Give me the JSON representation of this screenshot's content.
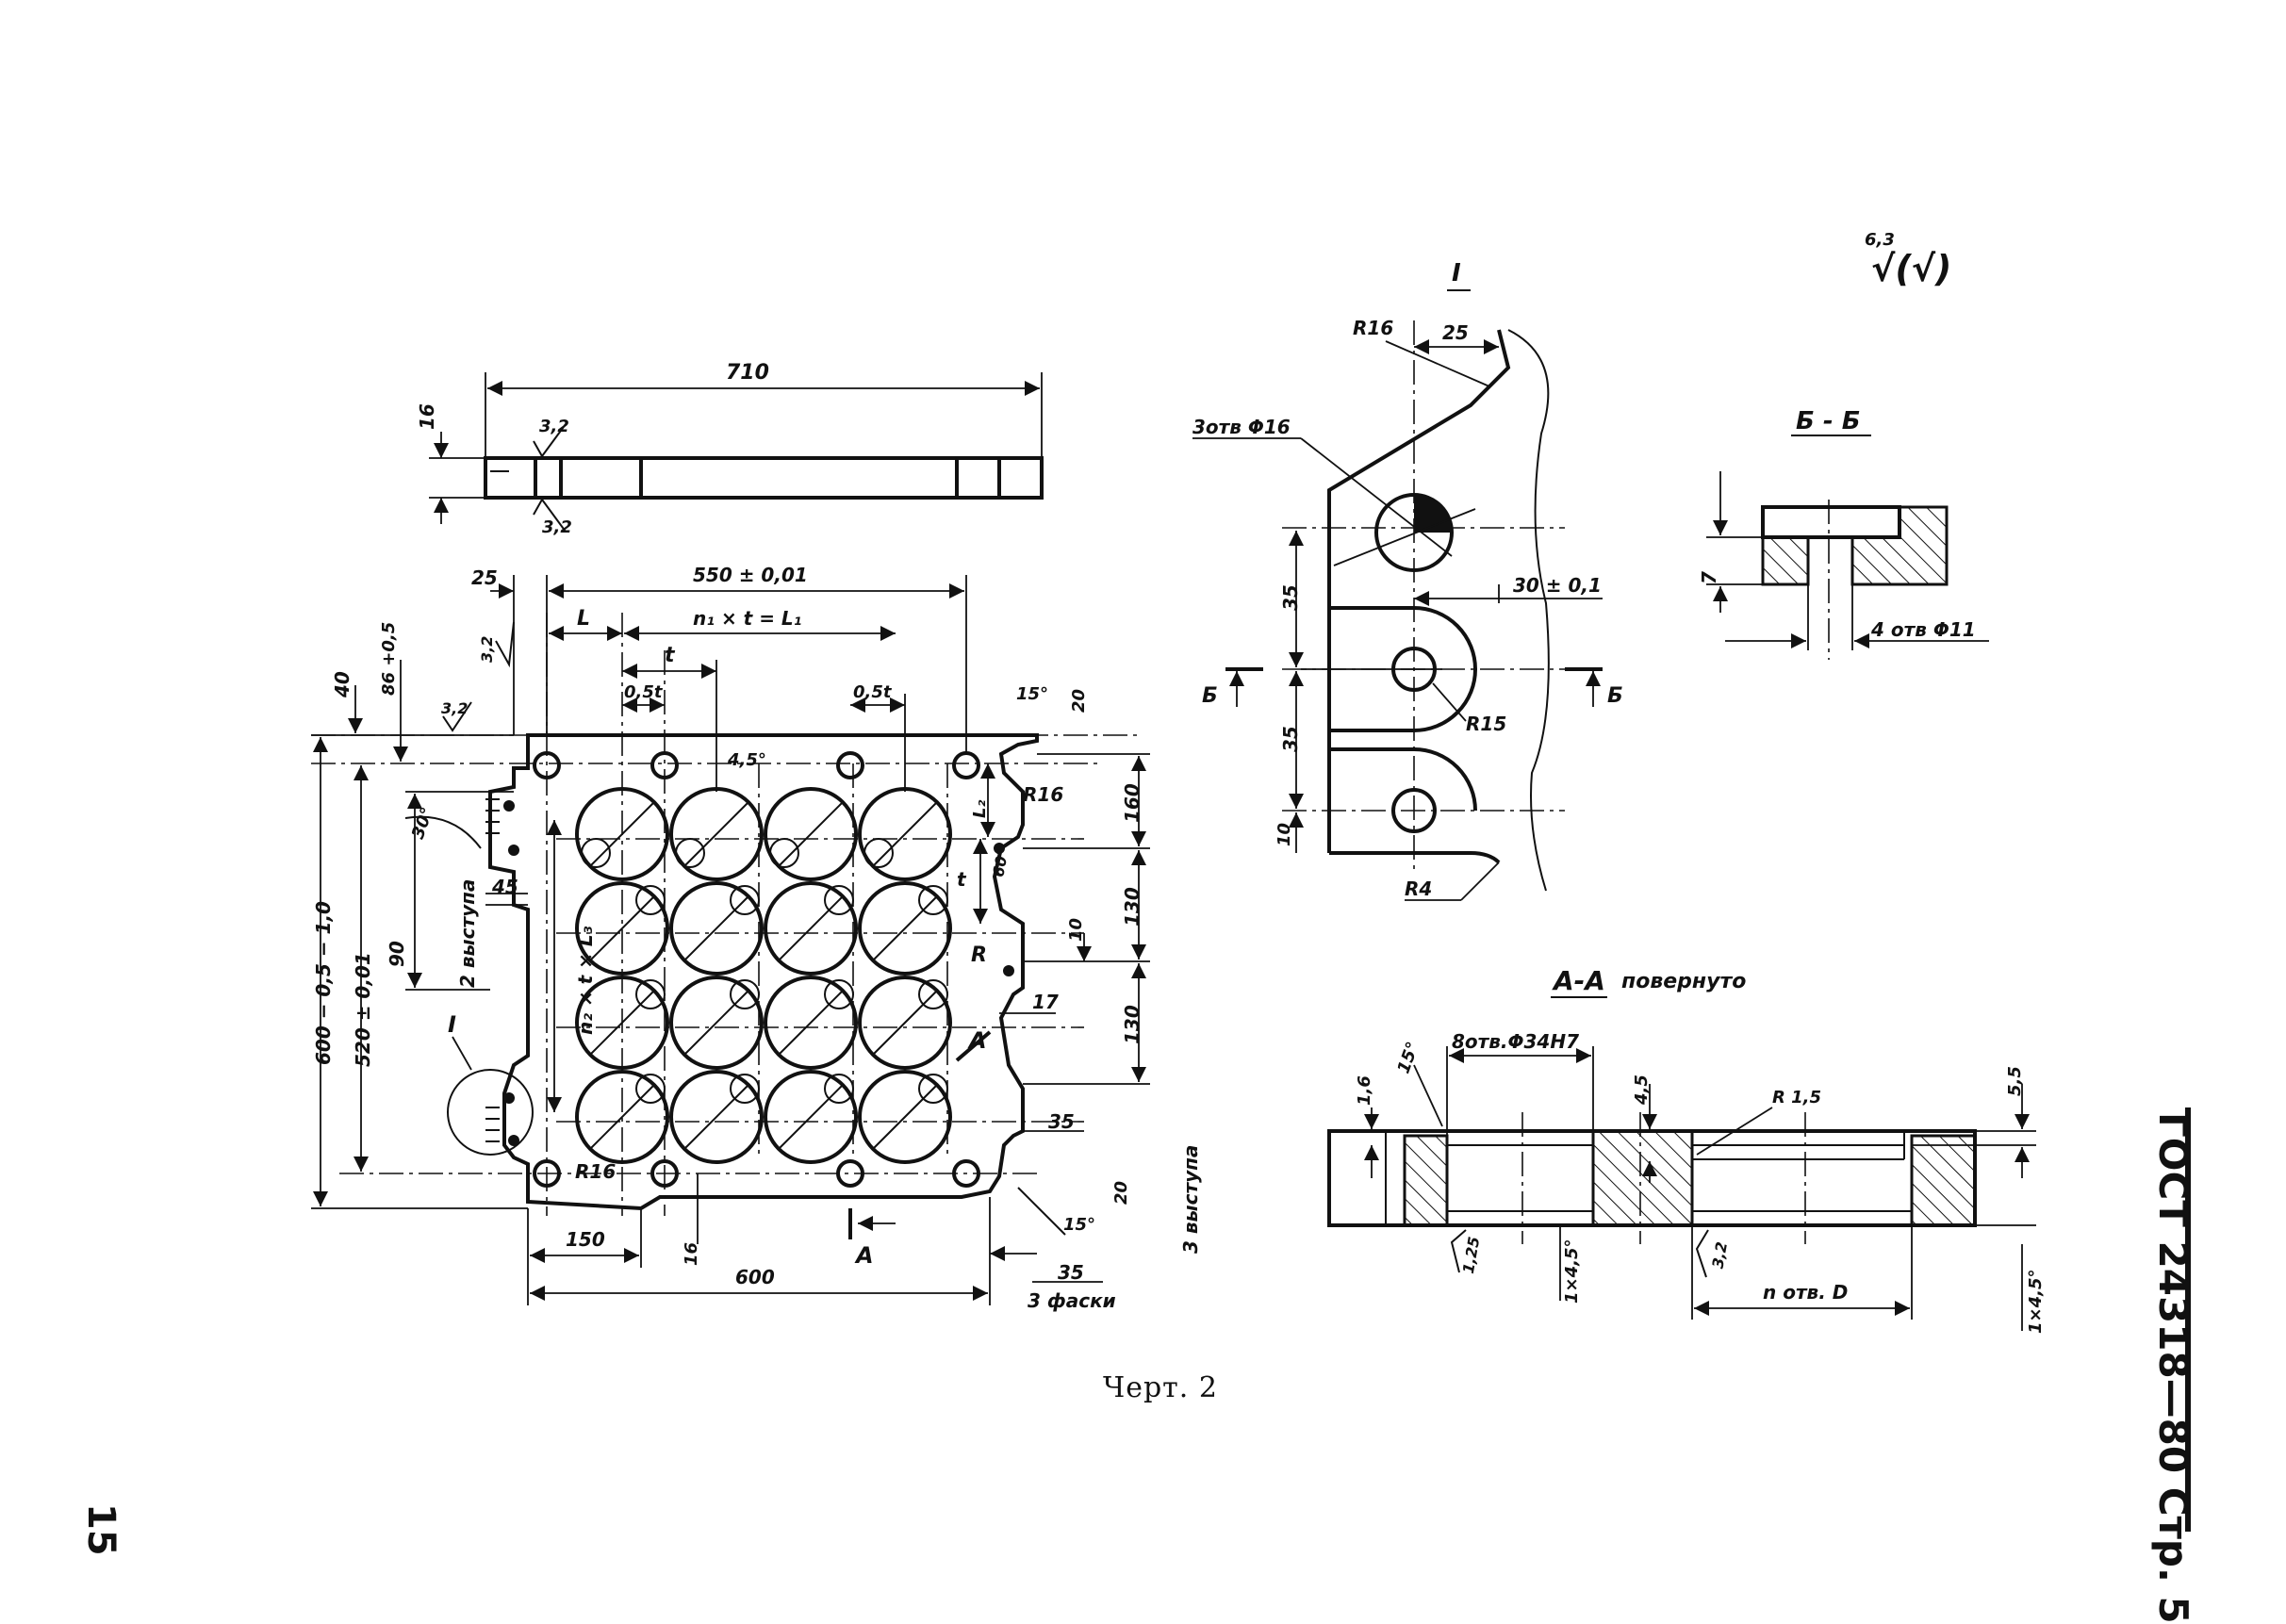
{
  "caption": "Черт. 2",
  "page_number": "15",
  "standard": "ГОСТ 24318—80 Стр. 5",
  "roughness": {
    "value": "6,3",
    "symbol": "√(√)"
  },
  "top_view": {
    "length": "710",
    "height": "16",
    "rough_top": "3,2",
    "rough_bottom": "3,2"
  },
  "plan_view": {
    "dims": {
      "edge_offset": "25",
      "hole_span": "550 ± 0,01",
      "pitch_formula": "n₁ × t = L₁",
      "L": "L",
      "t": "t",
      "half_t_left": "0,5t",
      "half_t_right": "0,5t",
      "rough_left": "3,2",
      "rough_corner": "3,2",
      "top_offset": "40",
      "top_offset2": "86 +0,5",
      "height": "600 − 0,5 − 1,0",
      "inner_height": "520 ± 0,01",
      "notch_pitch": "90",
      "notch_count": "2 выступа",
      "angle_30": "30°",
      "notch_45": "45",
      "vert_formula": "n₂ × t × L₃",
      "detail_mark": "I",
      "r16_bottom": "R16",
      "width_150": "150",
      "dim_16": "16",
      "width_600": "600",
      "section_arrow": "А",
      "angle_45": "4,5°",
      "angle_15_top": "15°",
      "dim_20_top": "20",
      "dim_160": "160",
      "L2": "L₂",
      "r16_right": "R16",
      "t_right": "t",
      "angle_60": "60°",
      "dim_130_a": "130",
      "dim_10": "10",
      "R": "R",
      "dim_130_b": "130",
      "dim_17": "17",
      "section_arrow_right": "А",
      "dim_35": "35",
      "dim_20_bottom": "20",
      "bump_count": "3 выступа",
      "angle_15_bottom": "15°",
      "dim_35_bottom": "35",
      "chamfers": "3 фаски"
    }
  },
  "detail_I": {
    "title": "I",
    "r16": "R16",
    "dim_25": "25",
    "holes": "3отв Φ16",
    "dim_30": "30 ± 0,1",
    "dim_35_a": "35",
    "dim_35_b": "35",
    "dim_10": "10",
    "r15": "R15",
    "r4": "R4",
    "section_b": "Б"
  },
  "section_BB": {
    "title": "Б - Б",
    "dim_7": "7",
    "holes": "4 отв Φ11"
  },
  "section_AA": {
    "title": "А-А",
    "subtitle": "повернуто",
    "holes": "8отв.Φ34Н7",
    "dim_16": "1,6",
    "angle_15": "15°",
    "dim_45": "4,5",
    "r15": "R 1,5",
    "dim_55": "5,5",
    "rough_125": "1,25",
    "chamfer_a": "1×4,5°",
    "rough_32": "3,2",
    "n_holes": "n отв. D",
    "chamfer_b": "1×4,5°"
  }
}
